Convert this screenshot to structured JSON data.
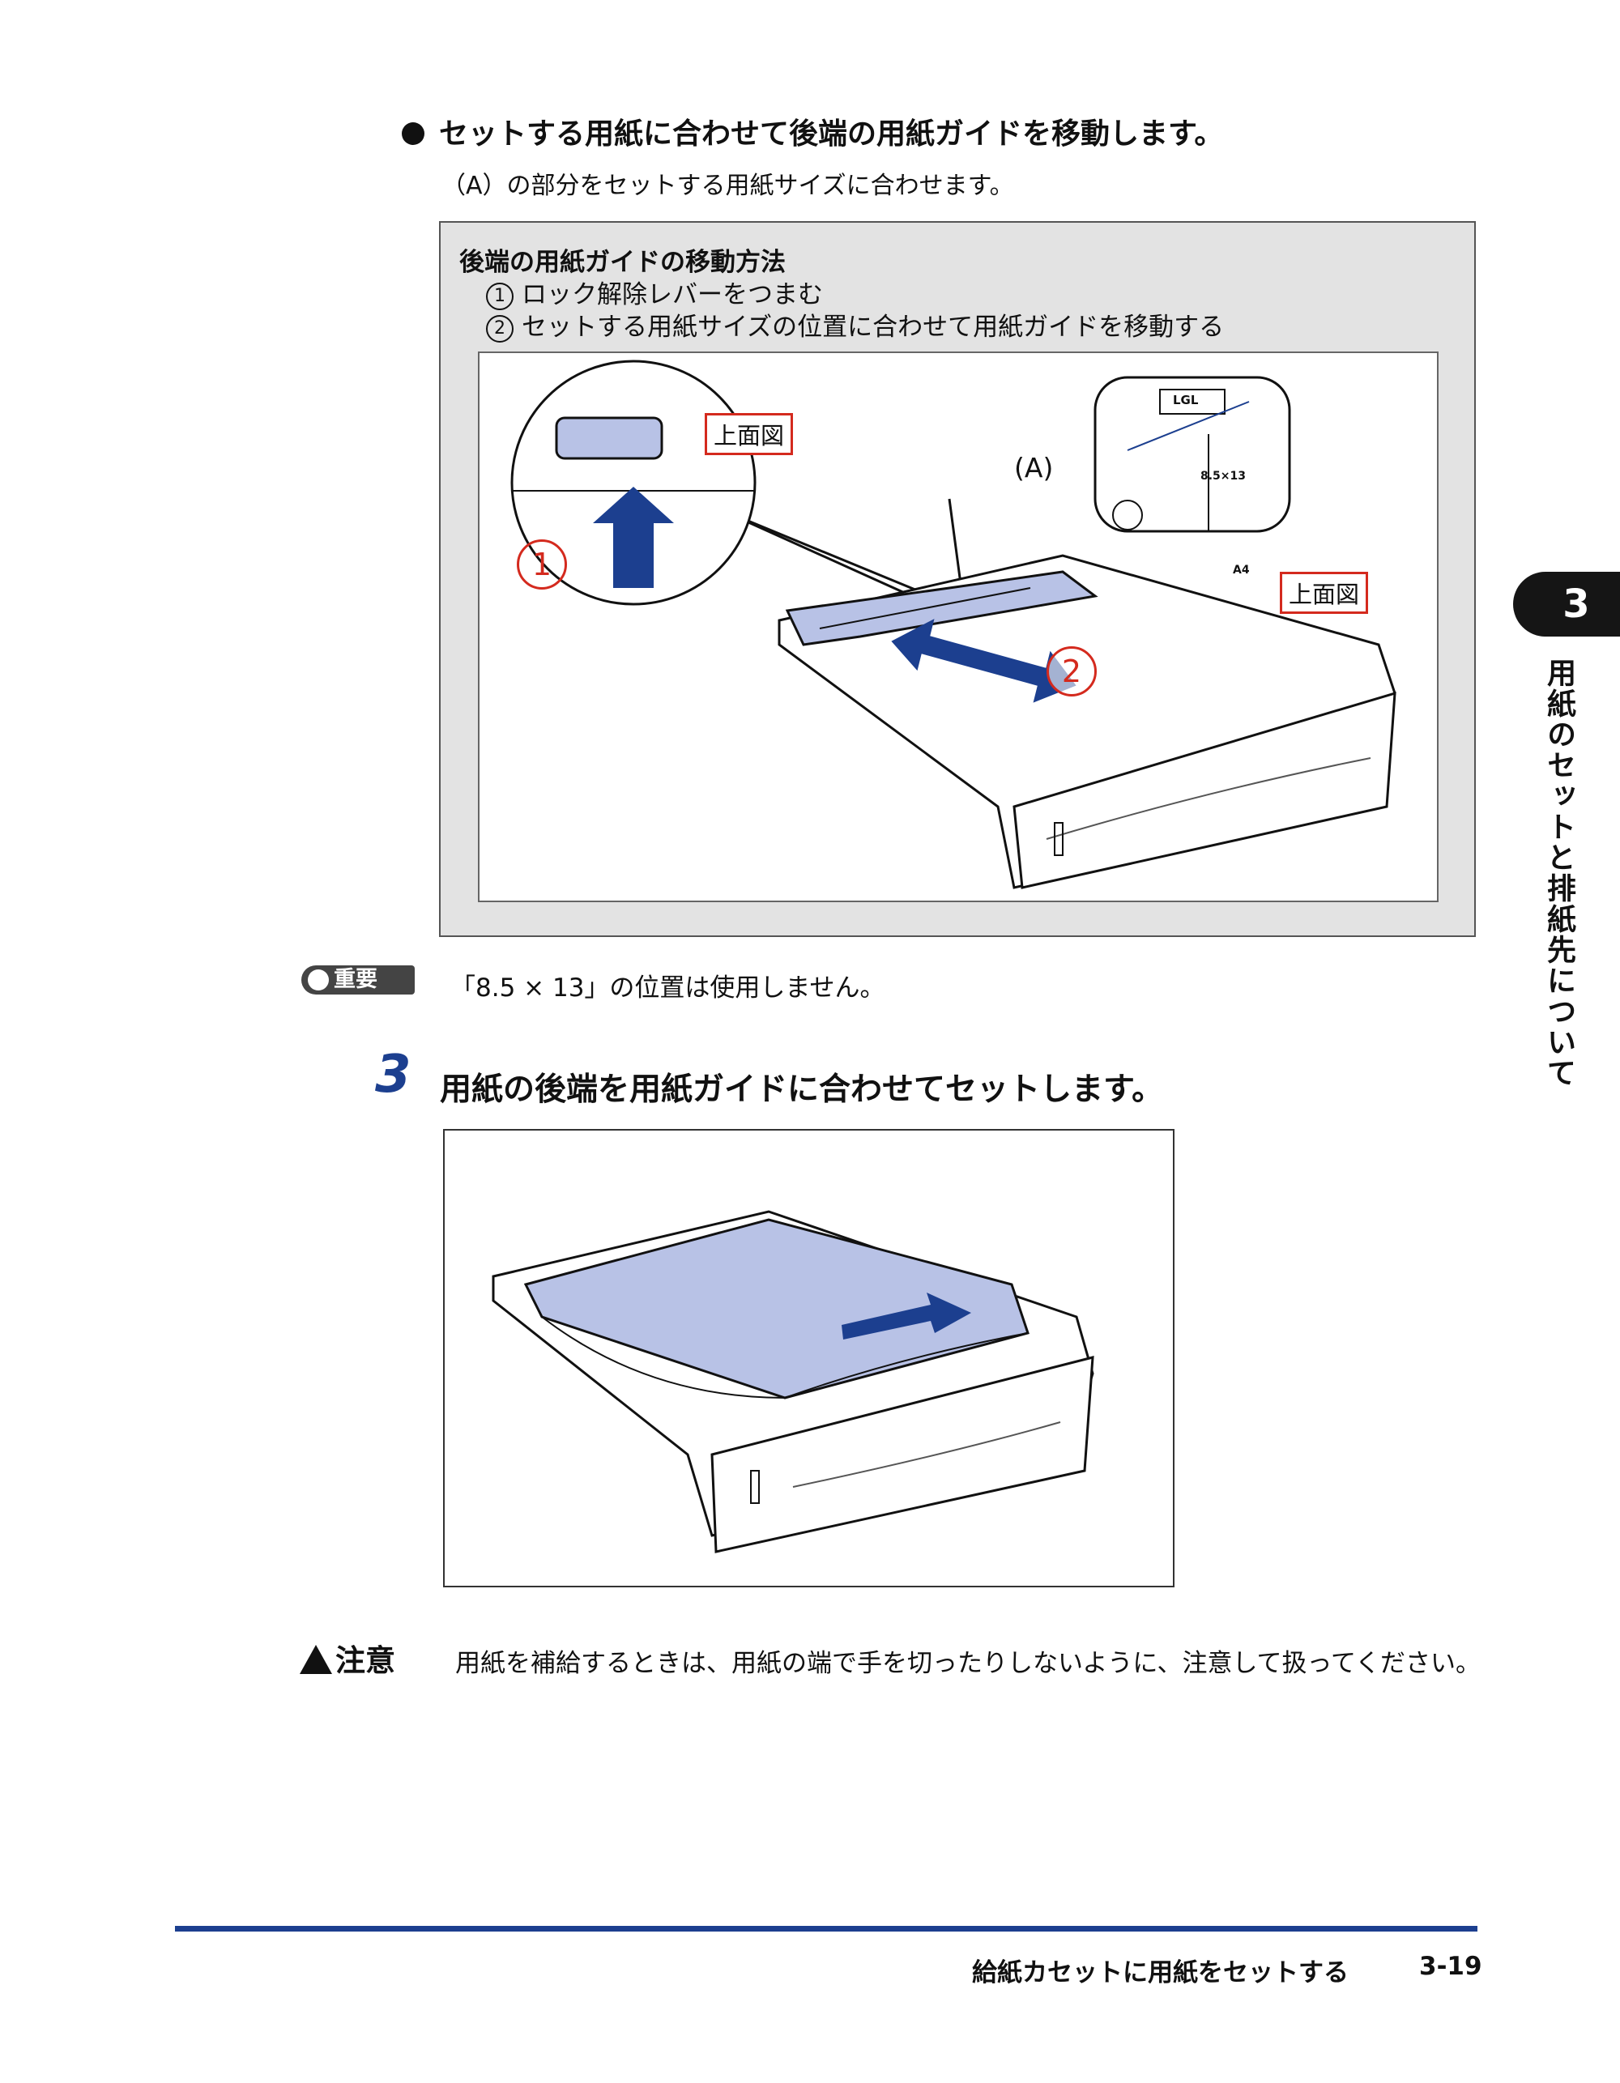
{
  "instruction": {
    "heading": "セットする用紙に合わせて後端の用紙ガイドを移動します。",
    "subtext": "（A）の部分をセットする用紙サイズに合わせます。"
  },
  "guide_box": {
    "title": "後端の用紙ガイドの移動方法",
    "steps": [
      {
        "num": "1",
        "text": "ロック解除レバーをつまむ"
      },
      {
        "num": "2",
        "text": "セットする用紙サイズの位置に合わせて用紙ガイドを移動する"
      }
    ],
    "figure": {
      "label_top_view_left": "上面図",
      "label_top_view_right": "上面図",
      "label_a": "(A)",
      "marker_1": "1",
      "marker_2": "2",
      "size_lgl": "LGL",
      "size_85x13": "8.5×13",
      "size_a4": "A4"
    }
  },
  "important": {
    "badge": "重要",
    "text": "「8.5 × 13」の位置は使用しません。"
  },
  "step3": {
    "number": "3",
    "text": "用紙の後端を用紙ガイドに合わせてセットします。"
  },
  "caution": {
    "label": "注意",
    "text": "用紙を補給するときは、用紙の端で手を切ったりしないように、注意して扱ってください。"
  },
  "side_tab": {
    "chapter": "3",
    "title": "用紙のセットと排紙先について"
  },
  "footer": {
    "section": "給紙カセットに用紙をセットする",
    "page": "3-19"
  },
  "colors": {
    "accent_blue": "#1c3f8f",
    "red_label": "#d42a1e",
    "tray_blue": "#b8c2e6"
  }
}
